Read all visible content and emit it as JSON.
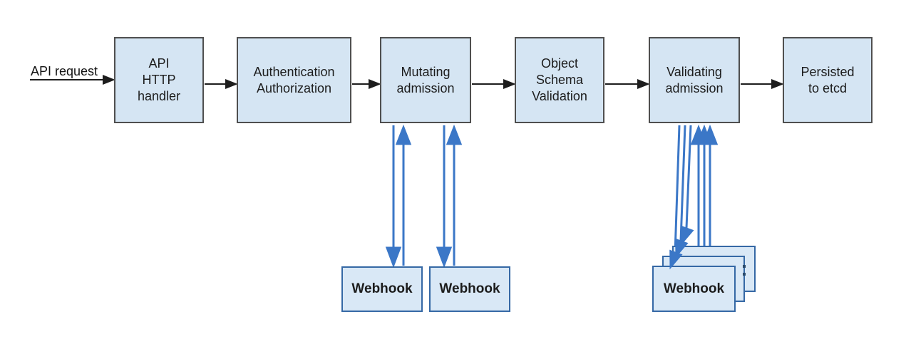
{
  "diagram": {
    "request_label": "API request",
    "flow_nodes": [
      {
        "label": "API\nHTTP\nhandler"
      },
      {
        "label": "Authentication\nAuthorization"
      },
      {
        "label": "Mutating\nadmission"
      },
      {
        "label": "Object\nSchema\nValidation"
      },
      {
        "label": "Validating\nadmission"
      },
      {
        "label": "Persisted\nto etcd"
      }
    ],
    "mutating_webhooks": [
      {
        "label": "Webhook"
      },
      {
        "label": "Webhook"
      }
    ],
    "validating_webhook": {
      "label": "Webhook"
    },
    "colors": {
      "box_fill": "#d5e5f3",
      "box_border": "#4f4f4f",
      "webhook_fill": "#d9e8f6",
      "webhook_border": "#3568a5",
      "arrow_blue": "#3b77c7",
      "arrow_black": "#1d1d1d"
    }
  }
}
